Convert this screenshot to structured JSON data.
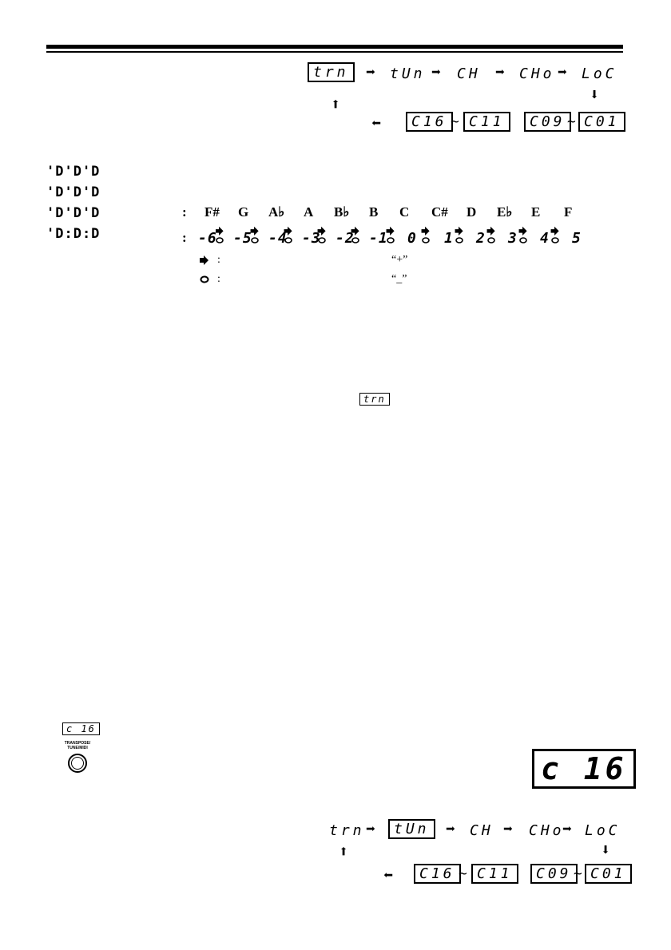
{
  "flow1": {
    "top": [
      "trn",
      "tUn",
      "CH",
      "CHo",
      "LoC"
    ],
    "bottom": [
      "C16",
      "C11",
      "C09",
      "C01"
    ],
    "tilde": "~"
  },
  "seg_rows": [
    "'D'D'D",
    "'D'D'D",
    "'D'D'D",
    "'D:D:D"
  ],
  "notes": {
    "colon": ":",
    "items": [
      "F#",
      "G",
      "A♭",
      "A",
      "B♭",
      "B",
      "C",
      "C#",
      "D",
      "E♭",
      "E",
      "F"
    ]
  },
  "transpose": {
    "colon": ":",
    "values": [
      "-6",
      "-5",
      "-4",
      "-3",
      "-2",
      "-1",
      "0",
      "1",
      "2",
      "3",
      "4",
      "5"
    ]
  },
  "legend": {
    "plus_label": "“+”",
    "minus_label": "“_”",
    "colon": ":"
  },
  "trn_box": "trn",
  "c16_small": "c 16",
  "knob_label": "TRANSPOSE/\nTUNE/MIDI",
  "c16_big": "c 16",
  "flow2": {
    "top": [
      "trn",
      "tUn",
      "CH",
      "CHo",
      "LoC"
    ],
    "bottom": [
      "C16",
      "C11",
      "C09",
      "C01"
    ],
    "tilde": "~"
  }
}
